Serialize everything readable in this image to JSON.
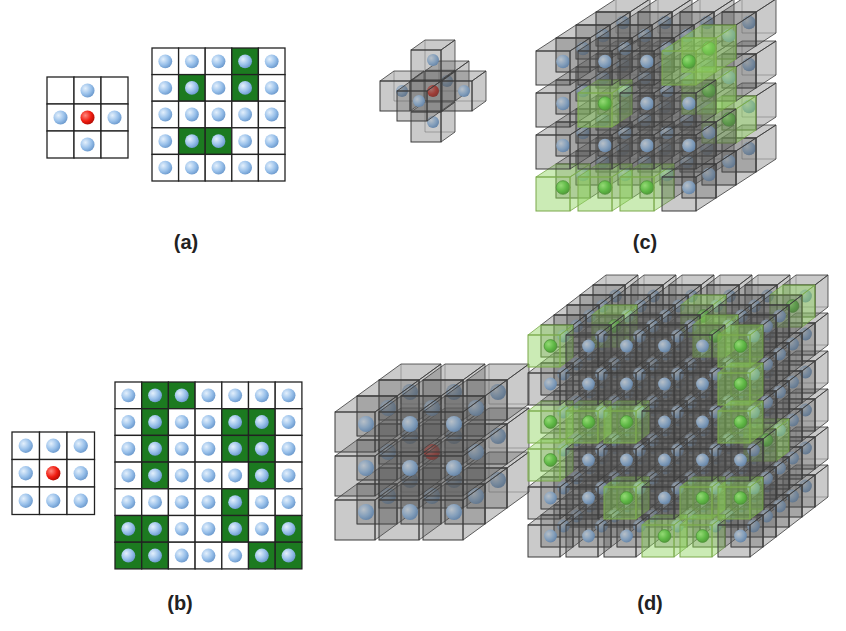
{
  "diagram": {
    "labels": [
      "(a)",
      "(c)",
      "(b)",
      "(d)"
    ]
  }
}
